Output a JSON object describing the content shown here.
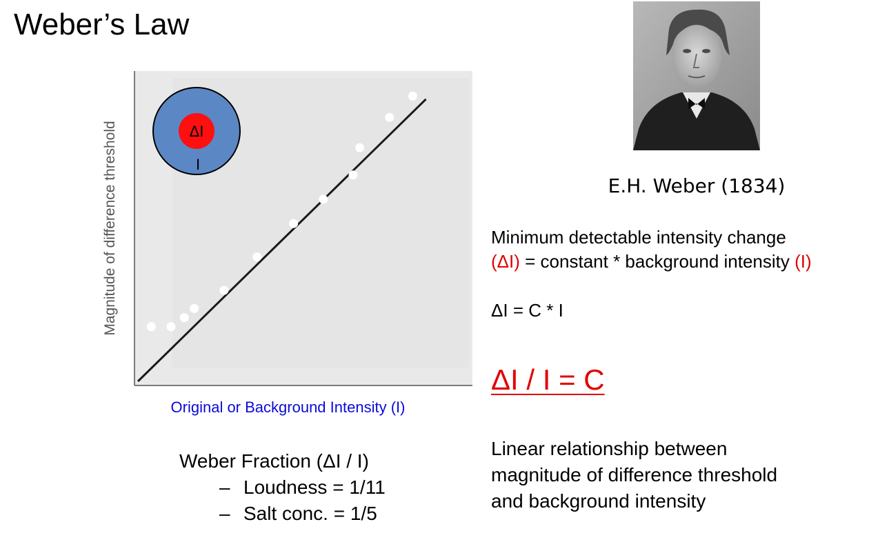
{
  "title": "Weber’s Law",
  "chart_data": {
    "type": "scatter",
    "xlabel": "Original or Background Intensity (I)",
    "ylabel": "Magnitude of difference threshold",
    "xlim": [
      0,
      10
    ],
    "ylim": [
      0,
      10
    ],
    "grid": false,
    "inset": {
      "outer_label": "I",
      "inner_label": "ΔI",
      "outer_color": "#5b87c5",
      "inner_color": "#ff1010"
    },
    "points": [
      {
        "x": 0.4,
        "y": 1.8
      },
      {
        "x": 1.0,
        "y": 1.8
      },
      {
        "x": 1.4,
        "y": 2.1
      },
      {
        "x": 1.7,
        "y": 2.4
      },
      {
        "x": 2.6,
        "y": 3.0
      },
      {
        "x": 3.6,
        "y": 4.1
      },
      {
        "x": 4.7,
        "y": 5.2
      },
      {
        "x": 5.6,
        "y": 6.0
      },
      {
        "x": 6.5,
        "y": 6.8
      },
      {
        "x": 6.7,
        "y": 7.7
      },
      {
        "x": 7.6,
        "y": 8.7
      },
      {
        "x": 8.3,
        "y": 9.4
      }
    ],
    "fit_line": {
      "x": [
        0,
        8.7
      ],
      "y": [
        0,
        9.3
      ]
    }
  },
  "weber_fraction": {
    "heading": "Weber Fraction (ΔI / I)",
    "items": [
      {
        "dash": "–",
        "text": "Loudness = 1/11"
      },
      {
        "dash": "–",
        "text": "Salt conc. = 1/5"
      }
    ]
  },
  "portrait": {
    "caption": "E.H. Weber (1834)"
  },
  "definition": {
    "line1": "Minimum detectable intensity change",
    "delta_symbol": "(ΔI)",
    "middle": " = constant * background intensity ",
    "i_symbol": "(I)"
  },
  "formula": "ΔI = C * I",
  "ratio_formula": "ΔI / I = C",
  "relationship": {
    "line1": "Linear relationship between",
    "line2": "magnitude of difference threshold",
    "line3": "and background intensity"
  },
  "colors": {
    "accent_red": "#e00000",
    "axis_label_blue": "#0a0adc",
    "plot_background": "#e9e9e9"
  }
}
